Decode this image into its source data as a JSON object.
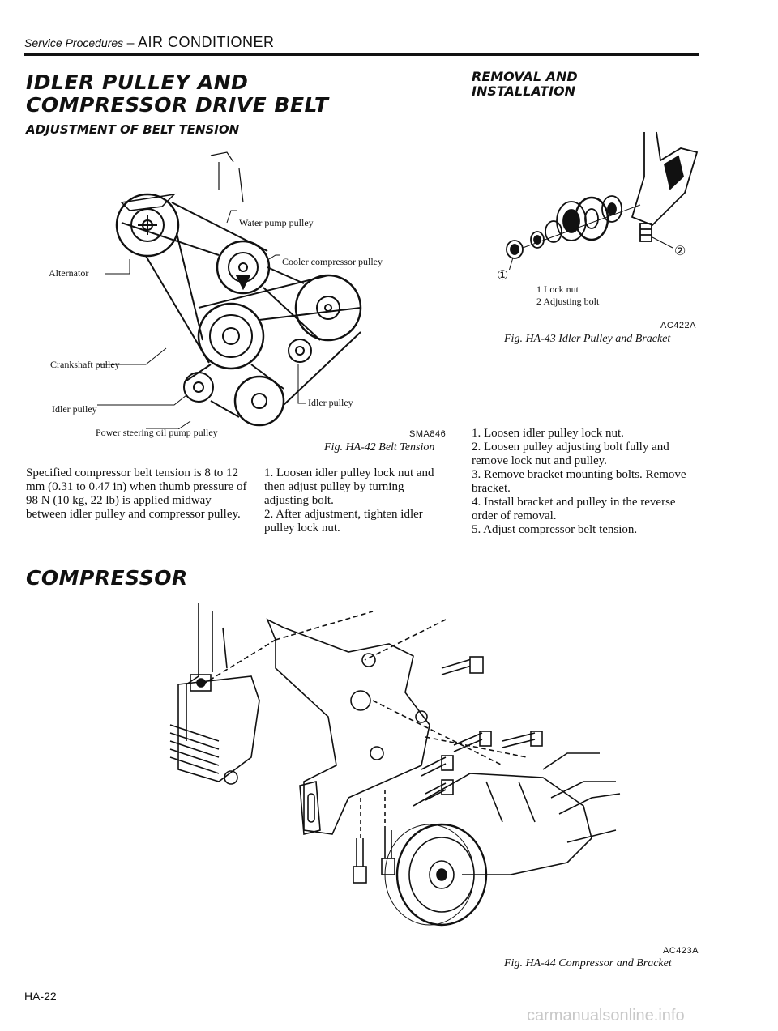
{
  "header": {
    "section": "Service Procedures",
    "separator": " – ",
    "topic": "AIR CONDITIONER"
  },
  "idler_section": {
    "title_line1": "IDLER PULLEY AND",
    "title_line2": "COMPRESSOR DRIVE BELT",
    "subtitle": "ADJUSTMENT OF BELT TENSION",
    "figure": {
      "labels": {
        "water_pump": "Water pump pulley",
        "cooler_compressor": "Cooler compressor pulley",
        "alternator": "Alternator",
        "crankshaft": "Crankshaft pulley",
        "idler_left": "Idler pulley",
        "idler_right": "Idler pulley",
        "power_steering": "Power steering oil pump pulley"
      },
      "code": "SMA846",
      "caption": "Fig. HA-42  Belt Tension"
    },
    "spec_text": "Specified compressor belt tension is 8 to 12 mm (0.31 to 0.47 in) when thumb pressure of 98 N (10 kg, 22 lb) is applied midway between idler pulley and compressor pulley.",
    "steps": [
      "1.  Loosen idler pulley lock nut and then adjust pulley by turning adjusting bolt.",
      "2.  After adjustment, tighten idler pulley lock nut."
    ]
  },
  "removal_section": {
    "title_line1": "REMOVAL AND",
    "title_line2": "INSTALLATION",
    "figure": {
      "callout_1": "①",
      "callout_2": "②",
      "legend": [
        "1  Lock nut",
        "2  Adjusting bolt"
      ],
      "code": "AC422A",
      "caption": "Fig. HA-43  Idler Pulley and Bracket"
    },
    "steps": [
      "1.  Loosen idler pulley lock nut.",
      "2.  Loosen pulley adjusting bolt fully and remove lock nut and pulley.",
      "3.  Remove bracket mounting bolts. Remove bracket.",
      "4.  Install bracket and pulley in the reverse order of removal.",
      "5.  Adjust compressor belt tension."
    ]
  },
  "compressor_section": {
    "title": "COMPRESSOR",
    "figure": {
      "code": "AC423A",
      "caption": "Fig. HA-44  Compressor and Bracket"
    }
  },
  "footer": {
    "page": "HA-22",
    "watermark": "carmanualsonline.info"
  }
}
